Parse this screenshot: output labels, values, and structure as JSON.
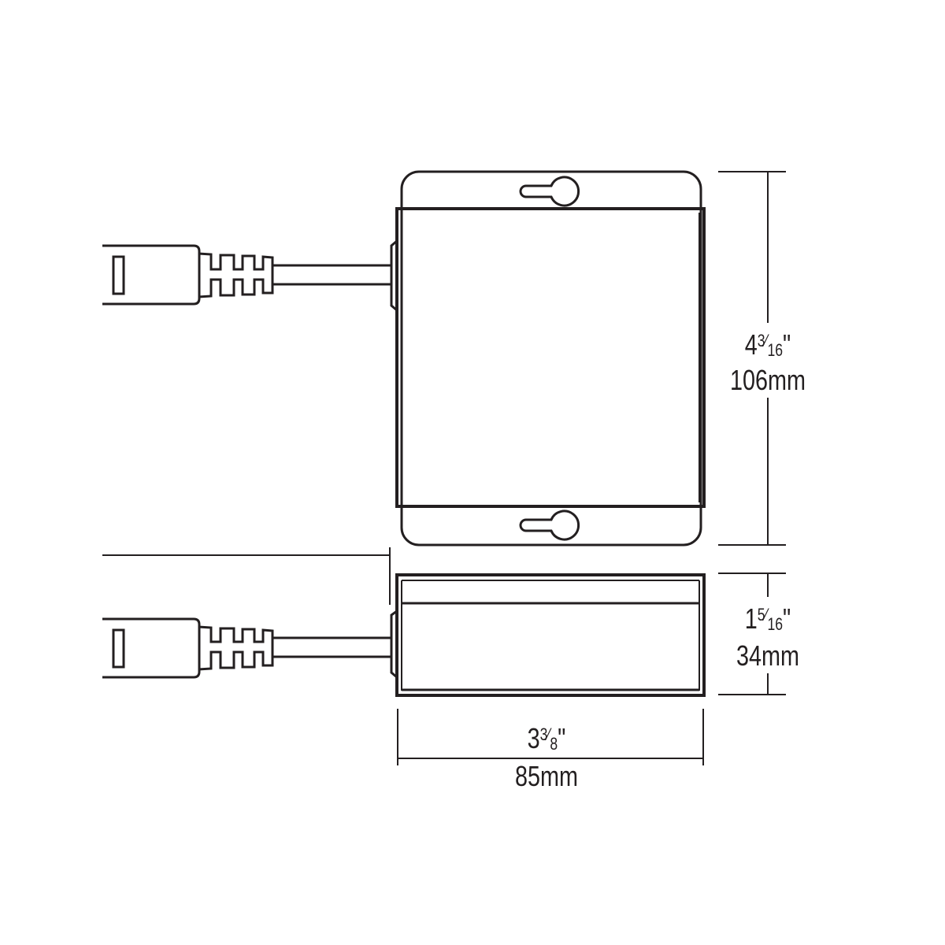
{
  "dimensions": {
    "height": {
      "whole": "4",
      "num": "3",
      "den": "16",
      "unit": "\"",
      "metric": "106mm"
    },
    "depth": {
      "whole": "1",
      "num": "5",
      "den": "16",
      "unit": "\"",
      "metric": "34mm"
    },
    "width": {
      "whole": "3",
      "num": "3",
      "den": "8",
      "unit": "\"",
      "metric": "85mm"
    }
  },
  "colors": {
    "line": "#231f20",
    "background": "#ffffff"
  }
}
